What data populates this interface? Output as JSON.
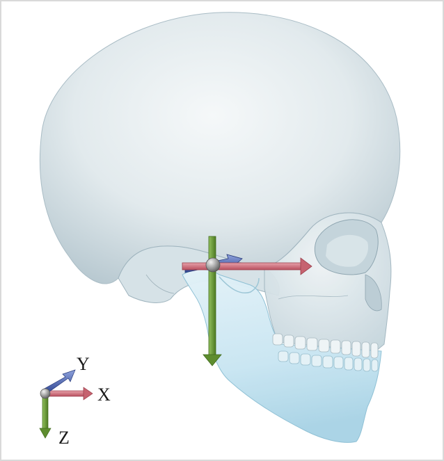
{
  "colors": {
    "background": "#ffffff",
    "border": "#d9d9d9",
    "skull_light": "#f3f6f7",
    "skull_mid": "#d9e4e8",
    "skull_shadow": "#b9cad2",
    "mandible": "#cfe9f4",
    "x_axis": "#d07480",
    "y_axis": "#4a62a8",
    "z_axis": "#6d9a3e",
    "joint_sphere": "#9a9a9a"
  },
  "icons": {
    "main_frame": "xyz-axes-icon",
    "legend_frame": "xyz-axes-icon"
  },
  "legend": {
    "x_label": "X",
    "y_label": "Y",
    "z_label": "Z"
  }
}
